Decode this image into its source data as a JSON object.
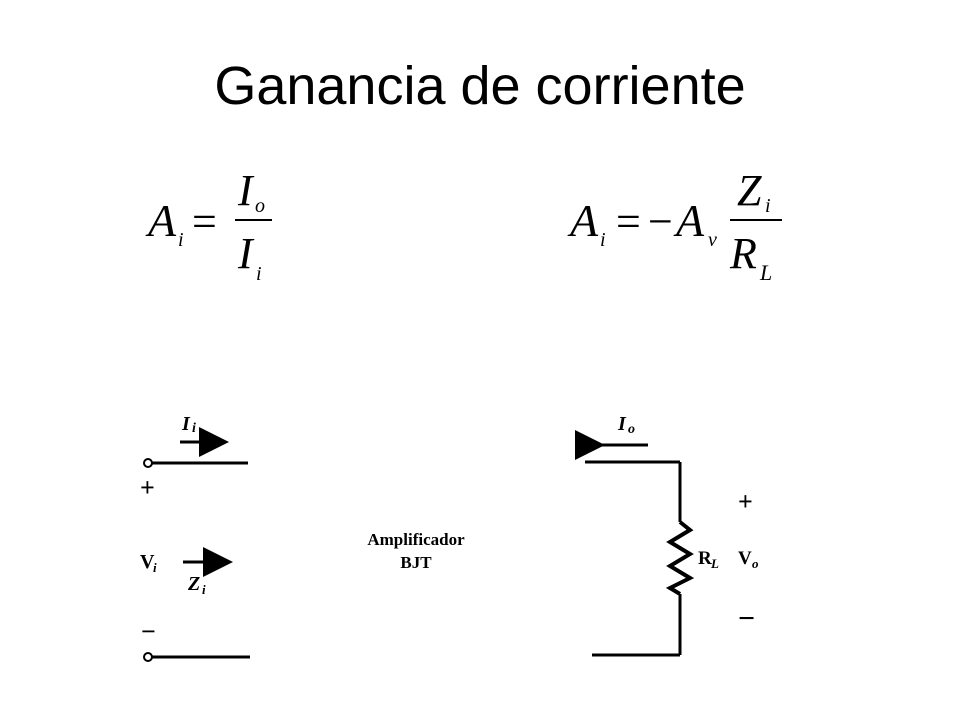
{
  "slide": {
    "title": "Ganancia de corriente"
  },
  "formula_left": {
    "lhs": "A",
    "lhs_sub": "i",
    "equals": "=",
    "num": "I",
    "num_sub": "o",
    "den": "I",
    "den_sub": "i"
  },
  "formula_right": {
    "lhs": "A",
    "lhs_sub": "i",
    "equals": "=",
    "minus": "−",
    "factor": "A",
    "factor_sub": "v",
    "num": "Z",
    "num_sub": "i",
    "den": "R",
    "den_sub": "L"
  },
  "circuit": {
    "input_current": "I",
    "input_current_sub": "i",
    "input_plus": "+",
    "input_voltage": "V",
    "input_voltage_sub": "i",
    "input_impedance": "Z",
    "input_impedance_sub": "i",
    "input_minus": "−",
    "block_line1": "Amplificador",
    "block_line2": "BJT",
    "output_current": "I",
    "output_current_sub": "o",
    "output_plus": "+",
    "load": "R",
    "load_sub": "L",
    "output_voltage": "V",
    "output_voltage_sub": "o",
    "output_minus": "−"
  }
}
